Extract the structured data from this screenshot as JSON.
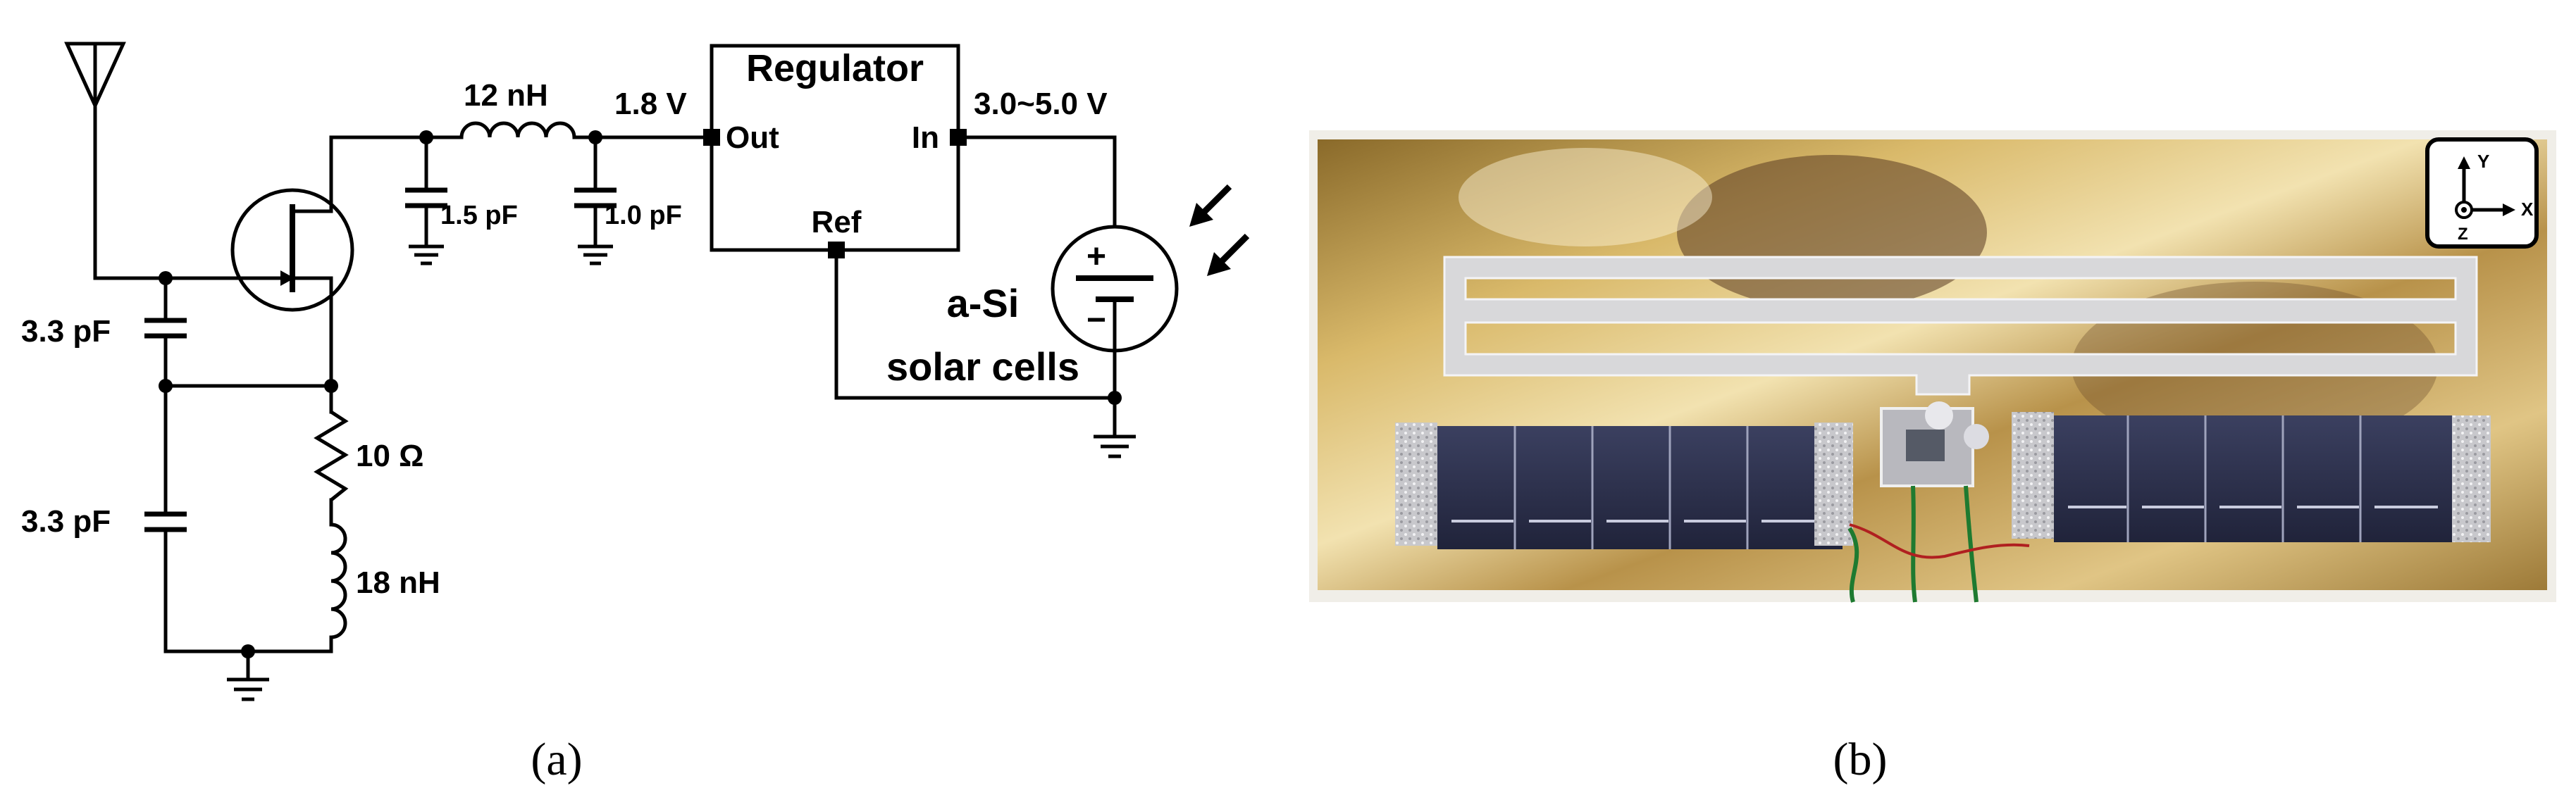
{
  "panel_a": {
    "caption": "(a)",
    "labels": {
      "c_top": "3.3 pF",
      "c_bottom": "3.3 pF",
      "inductor_top": "12 nH",
      "c_mid1": "1.5 pF",
      "c_mid2": "1.0 pF",
      "v_out": "1.8 V",
      "regulator": "Regulator",
      "out": "Out",
      "in": "In",
      "ref": "Ref",
      "v_in": "3.0~5.0 V",
      "solar_1": "a-Si",
      "solar_2": "solar cells",
      "resistor": "10 Ω",
      "inductor_bottom": "18 nH",
      "plus": "+",
      "minus": "−"
    }
  },
  "panel_b": {
    "caption": "(b)",
    "axes": {
      "y": "Y",
      "x": "X",
      "z": "Z"
    }
  }
}
